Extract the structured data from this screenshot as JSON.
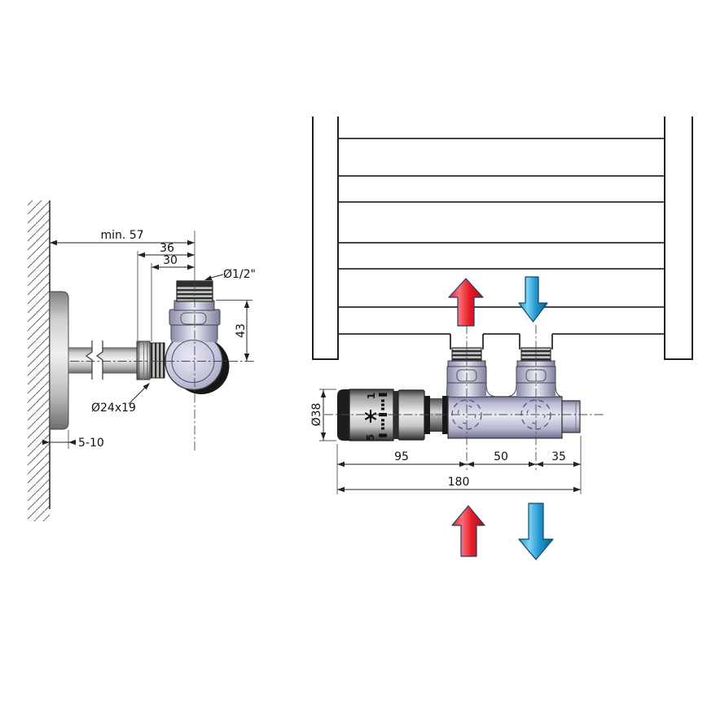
{
  "drawing": {
    "left_view": {
      "dim_wall_min": "min. 57",
      "dim_36": "36",
      "dim_30": "30",
      "dim_43": "43",
      "dim_gap": "5-10",
      "label_thread": "Ø1/2\"",
      "label_nut": "Ø24x19"
    },
    "right_view": {
      "dim_diameter": "Ø38",
      "dim_95": "95",
      "dim_50": "50",
      "dim_35": "35",
      "dim_180": "180",
      "head_scale_max": "1",
      "head_scale_min": "5",
      "frost_icon": "snowflake"
    },
    "flow": {
      "supply_color": "#e61e28",
      "return_color": "#2196cf"
    }
  }
}
